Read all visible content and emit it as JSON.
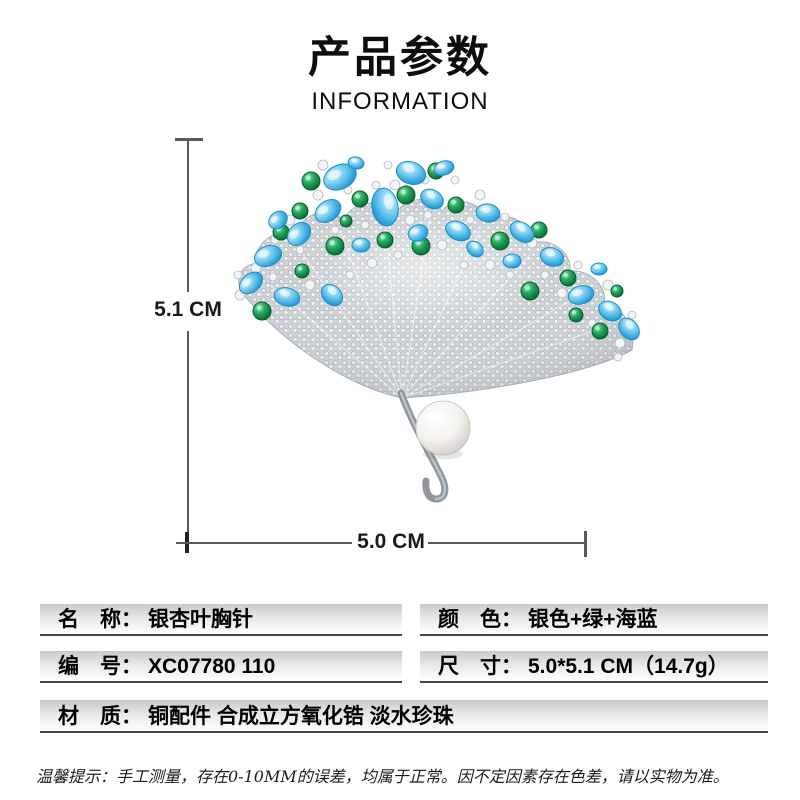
{
  "header": {
    "title": "产品参数",
    "subtitle": "INFORMATION"
  },
  "dimensions": {
    "height_label": "5.1 CM",
    "width_label": "5.0 CM"
  },
  "product_image": {
    "colors": {
      "gem_blue": "#3fb0e2",
      "gem_green": "#12944e",
      "metal": "#d8dcdf",
      "pearl": "#f1efec"
    }
  },
  "spec_table": {
    "rows": [
      {
        "label": "名　称：",
        "value": "银杏叶胸针"
      },
      {
        "label": "颜　色：",
        "value": "银色+绿+海蓝"
      },
      {
        "label": "编　号：",
        "value": "XC07780 110"
      },
      {
        "label": "尺　寸：",
        "value": "5.0*5.1 CM（14.7g）"
      },
      {
        "label": "材　质：",
        "value": "铜配件 合成立方氧化锆 淡水珍珠"
      }
    ],
    "note": "温馨提示：手工测量，存在0-10MM的误差，均属于正常。因不定因素存在色差，请以实物为准。"
  }
}
